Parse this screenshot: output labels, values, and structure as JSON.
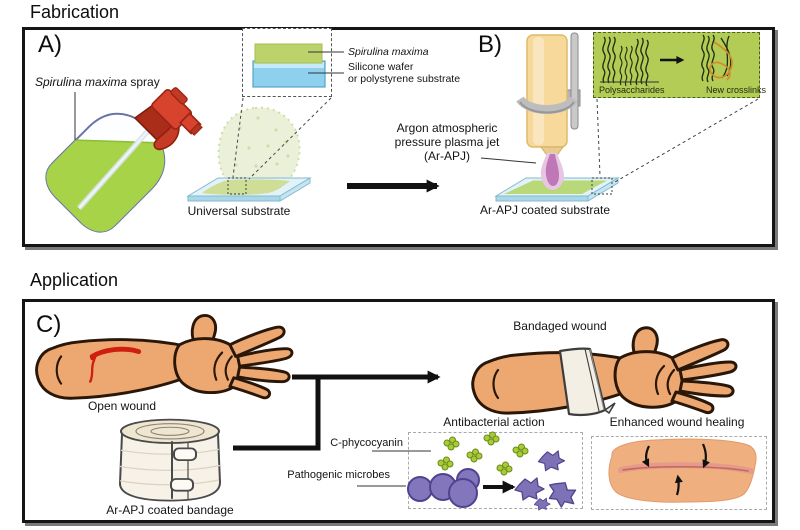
{
  "colors": {
    "panel_border": "#151515",
    "green_algae": "#a6d348",
    "green_coating": "#c3dc8e",
    "green_inset_bg": "#b2cc55",
    "blue_wafer": "#8ed1ef",
    "glass_blue": "#e2f2f9",
    "red_sprayer": "#d8432e",
    "tan_device": "#f7d99b",
    "pink_plasma": "#c077b8",
    "skin": "#eda871",
    "wound_red": "#cf1d0e",
    "bandage_cream": "#f7f2e8",
    "microbe_purple": "#8476bc",
    "molecule_green": "#a9cb33",
    "crosslink_orange": "#d4892a"
  },
  "fabrication": {
    "title": "Fabrication",
    "panel_a": {
      "label": "A)",
      "spray_species": "Spirulina maxima",
      "spray_suffix": " spray",
      "substrate_label": "Universal substrate",
      "inset": {
        "layer_top_label": "Spirulina maxima",
        "layer_bottom_label_1": "Silicone wafer",
        "layer_bottom_label_2": "or polystyrene substrate"
      }
    },
    "panel_b": {
      "label": "B)",
      "jet_label_1": "Argon atmospheric",
      "jet_label_2": "pressure plasma jet",
      "jet_label_3": "(Ar-APJ)",
      "substrate_label": "Ar-APJ coated substrate",
      "inset": {
        "left_label": "Polysaccharides",
        "right_label": "New crosslinks"
      }
    }
  },
  "application": {
    "title": "Application",
    "panel_c": {
      "label": "C)",
      "open_wound_label": "Open wound",
      "bandage_label": "Ar-APJ coated bandage",
      "bandaged_wound_label": "Bandaged wound",
      "antibacterial": {
        "title": "Antibacterial action",
        "cphycocyanin_label": "C-phycocyanin",
        "microbes_label": "Pathogenic microbes"
      },
      "healing": {
        "title": "Enhanced wound healing"
      }
    }
  }
}
